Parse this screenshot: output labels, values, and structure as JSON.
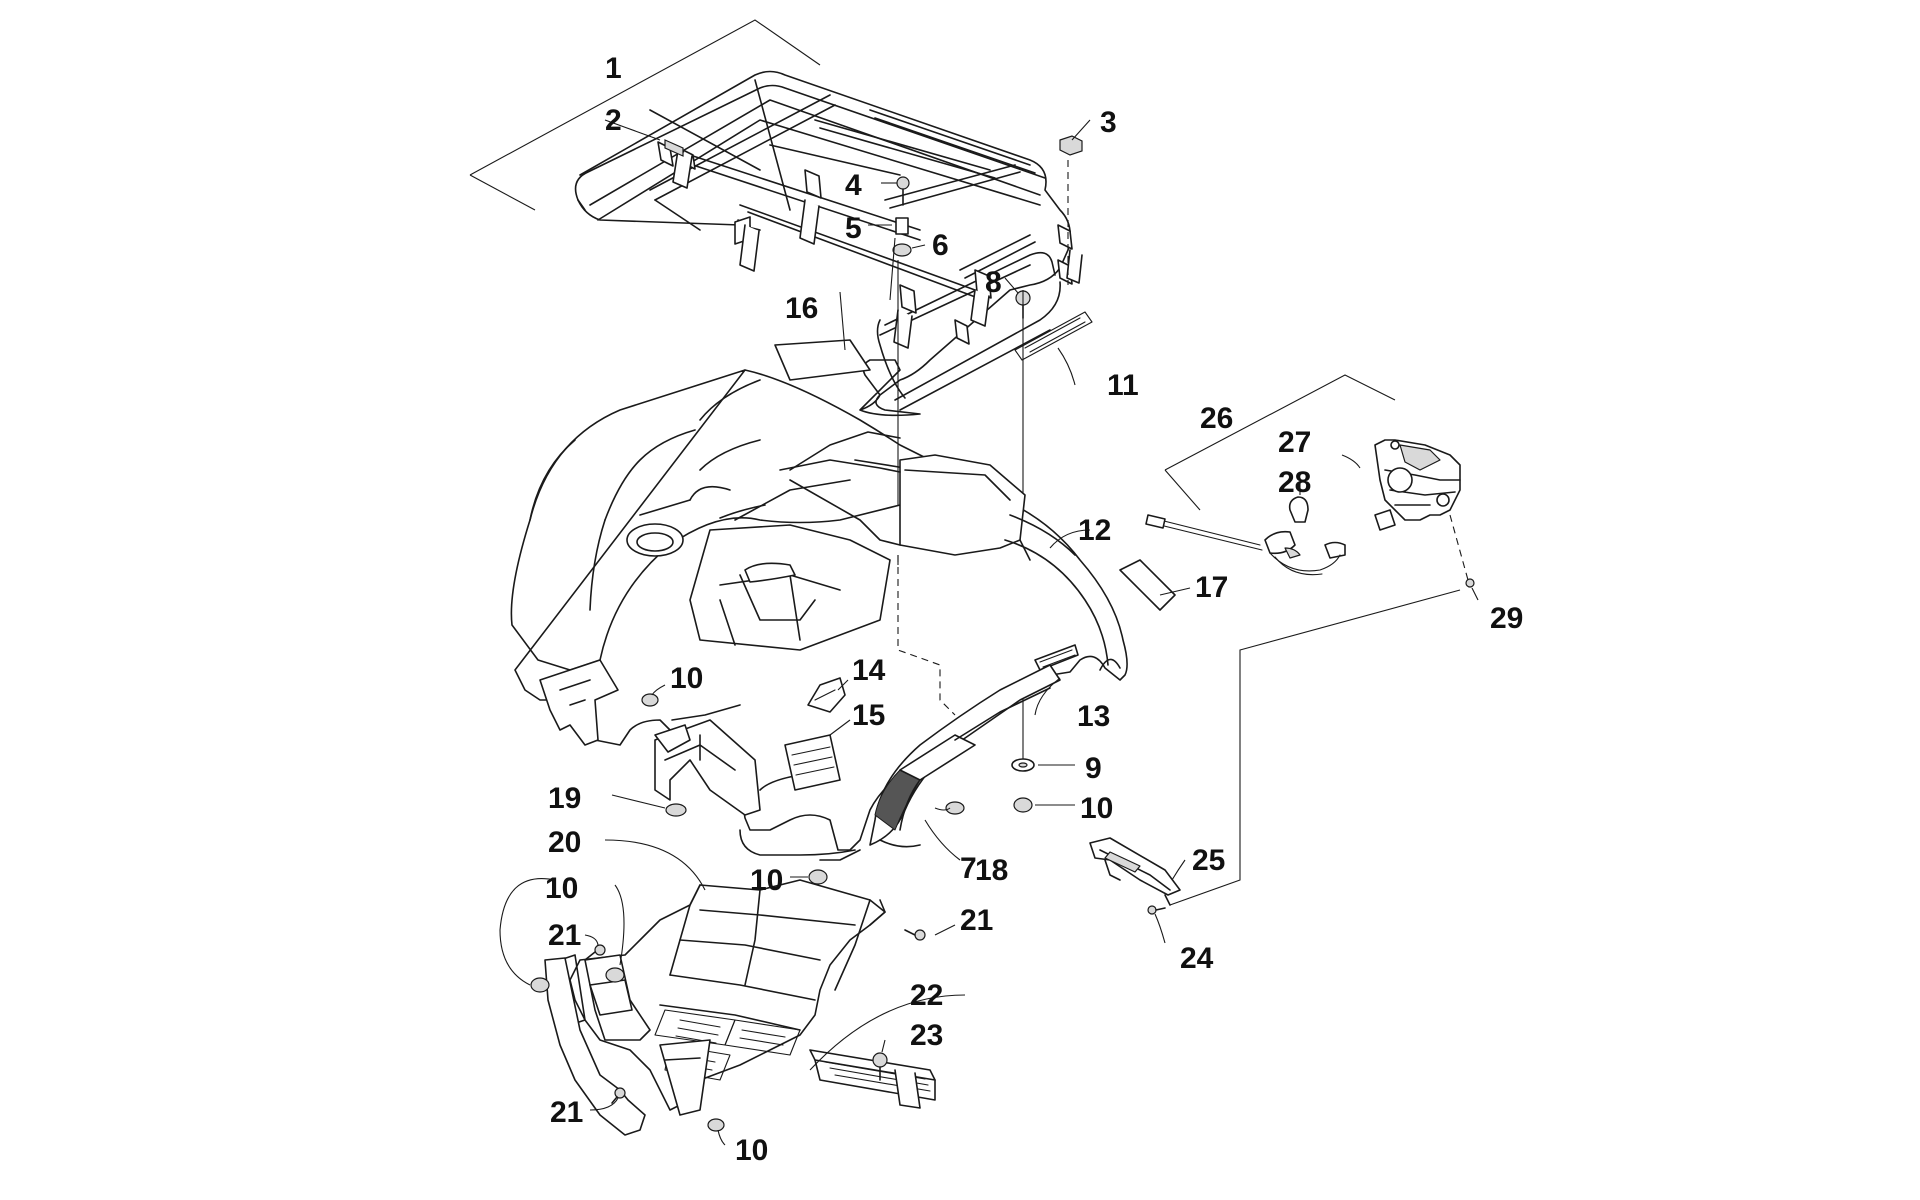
{
  "callouts": [
    {
      "id": "c1",
      "label": "1"
    },
    {
      "id": "c2",
      "label": "2"
    },
    {
      "id": "c3",
      "label": "3"
    },
    {
      "id": "c4",
      "label": "4"
    },
    {
      "id": "c5",
      "label": "5"
    },
    {
      "id": "c6",
      "label": "6"
    },
    {
      "id": "c7",
      "label": "7"
    },
    {
      "id": "c8",
      "label": "8"
    },
    {
      "id": "c9",
      "label": "9"
    },
    {
      "id": "c10a",
      "label": "10"
    },
    {
      "id": "c10b",
      "label": "10"
    },
    {
      "id": "c10c",
      "label": "10"
    },
    {
      "id": "c10d",
      "label": "10"
    },
    {
      "id": "c10e",
      "label": "10"
    },
    {
      "id": "c11",
      "label": "11"
    },
    {
      "id": "c12",
      "label": "12"
    },
    {
      "id": "c13",
      "label": "13"
    },
    {
      "id": "c14",
      "label": "14"
    },
    {
      "id": "c15",
      "label": "15"
    },
    {
      "id": "c16",
      "label": "16"
    },
    {
      "id": "c17",
      "label": "17"
    },
    {
      "id": "c18",
      "label": "18"
    },
    {
      "id": "c19",
      "label": "19"
    },
    {
      "id": "c20",
      "label": "20"
    },
    {
      "id": "c21a",
      "label": "21"
    },
    {
      "id": "c21b",
      "label": "21"
    },
    {
      "id": "c21c",
      "label": "21"
    },
    {
      "id": "c22",
      "label": "22"
    },
    {
      "id": "c23",
      "label": "23"
    },
    {
      "id": "c24",
      "label": "24"
    },
    {
      "id": "c25",
      "label": "25"
    },
    {
      "id": "c26",
      "label": "26"
    },
    {
      "id": "c27",
      "label": "27"
    },
    {
      "id": "c28",
      "label": "28"
    },
    {
      "id": "c29",
      "label": "29"
    }
  ]
}
